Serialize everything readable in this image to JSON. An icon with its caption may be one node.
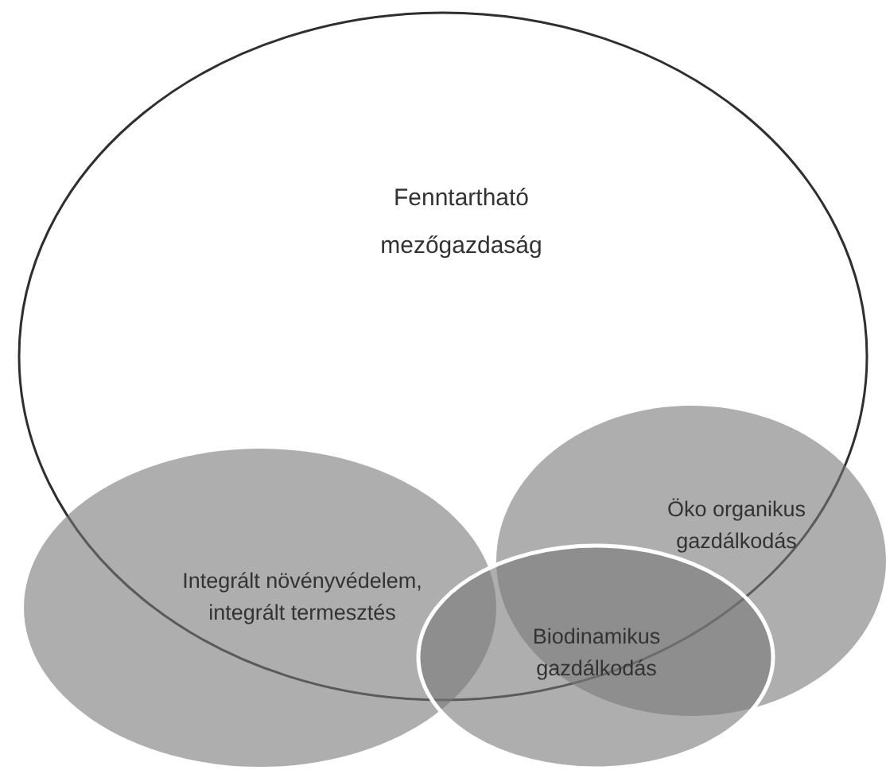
{
  "diagram": {
    "nodes": [
      {
        "text": [
          "Fenntartható mezőgazdaság"
        ]
      },
      {
        "text": [
          "Integrált növényvédelem, integrált termesztés"
        ]
      },
      {
        "text": [
          "Öko organikus gazdálkodás"
        ]
      },
      {
        "text": [
          "Biodinamikus gazdálkodás"
        ]
      }
    ]
  }
}
